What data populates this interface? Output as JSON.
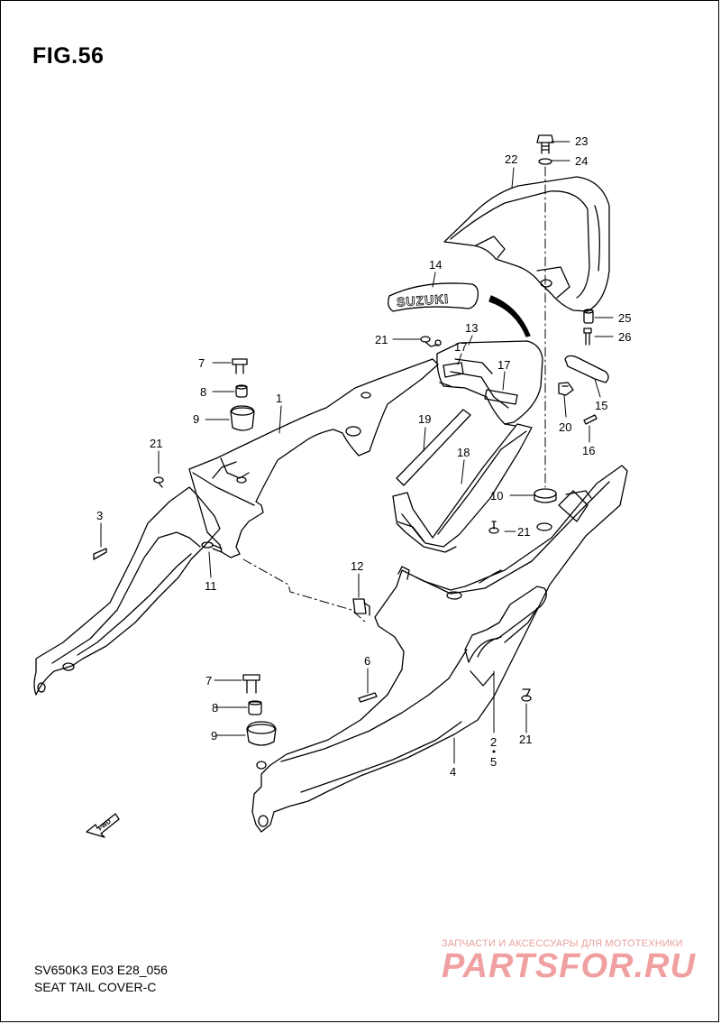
{
  "figure": {
    "title": "FIG.56"
  },
  "footer": {
    "model_code": "SV650K3 E03 E28_056",
    "section_name": "SEAT TAIL COVER-C"
  },
  "watermark": {
    "tagline": "ЗАПЧАСТИ И АКСЕССУАРЫ ДЛЯ МОТОТЕХНИКИ",
    "brand": "PARTSFOR.RU"
  },
  "emblem": {
    "text": "SUZUKI"
  },
  "fwd_arrow": {
    "text": "FWD"
  },
  "callouts": [
    {
      "id": "c23",
      "number": "23"
    },
    {
      "id": "c24",
      "number": "24"
    },
    {
      "id": "c22",
      "number": "22"
    },
    {
      "id": "c14",
      "number": "14"
    },
    {
      "id": "c25",
      "number": "25"
    },
    {
      "id": "c26",
      "number": "26"
    },
    {
      "id": "c13",
      "number": "13"
    },
    {
      "id": "c21a",
      "number": "21"
    },
    {
      "id": "c17a",
      "number": "17"
    },
    {
      "id": "c17b",
      "number": "17"
    },
    {
      "id": "c7a",
      "number": "7"
    },
    {
      "id": "c8a",
      "number": "8"
    },
    {
      "id": "c9a",
      "number": "9"
    },
    {
      "id": "c1",
      "number": "1"
    },
    {
      "id": "c15",
      "number": "15"
    },
    {
      "id": "c20",
      "number": "20"
    },
    {
      "id": "c16",
      "number": "16"
    },
    {
      "id": "c19",
      "number": "19"
    },
    {
      "id": "c21b",
      "number": "21"
    },
    {
      "id": "c18",
      "number": "18"
    },
    {
      "id": "c10",
      "number": "10"
    },
    {
      "id": "c21c",
      "number": "21"
    },
    {
      "id": "c3",
      "number": "3"
    },
    {
      "id": "c11",
      "number": "11"
    },
    {
      "id": "c12",
      "number": "12"
    },
    {
      "id": "c6",
      "number": "6"
    },
    {
      "id": "c7b",
      "number": "7"
    },
    {
      "id": "c8b",
      "number": "8"
    },
    {
      "id": "c9b",
      "number": "9"
    },
    {
      "id": "c2",
      "number": "2"
    },
    {
      "id": "c5",
      "number": "5"
    },
    {
      "id": "c21d",
      "number": "21"
    },
    {
      "id": "c4",
      "number": "4"
    }
  ]
}
